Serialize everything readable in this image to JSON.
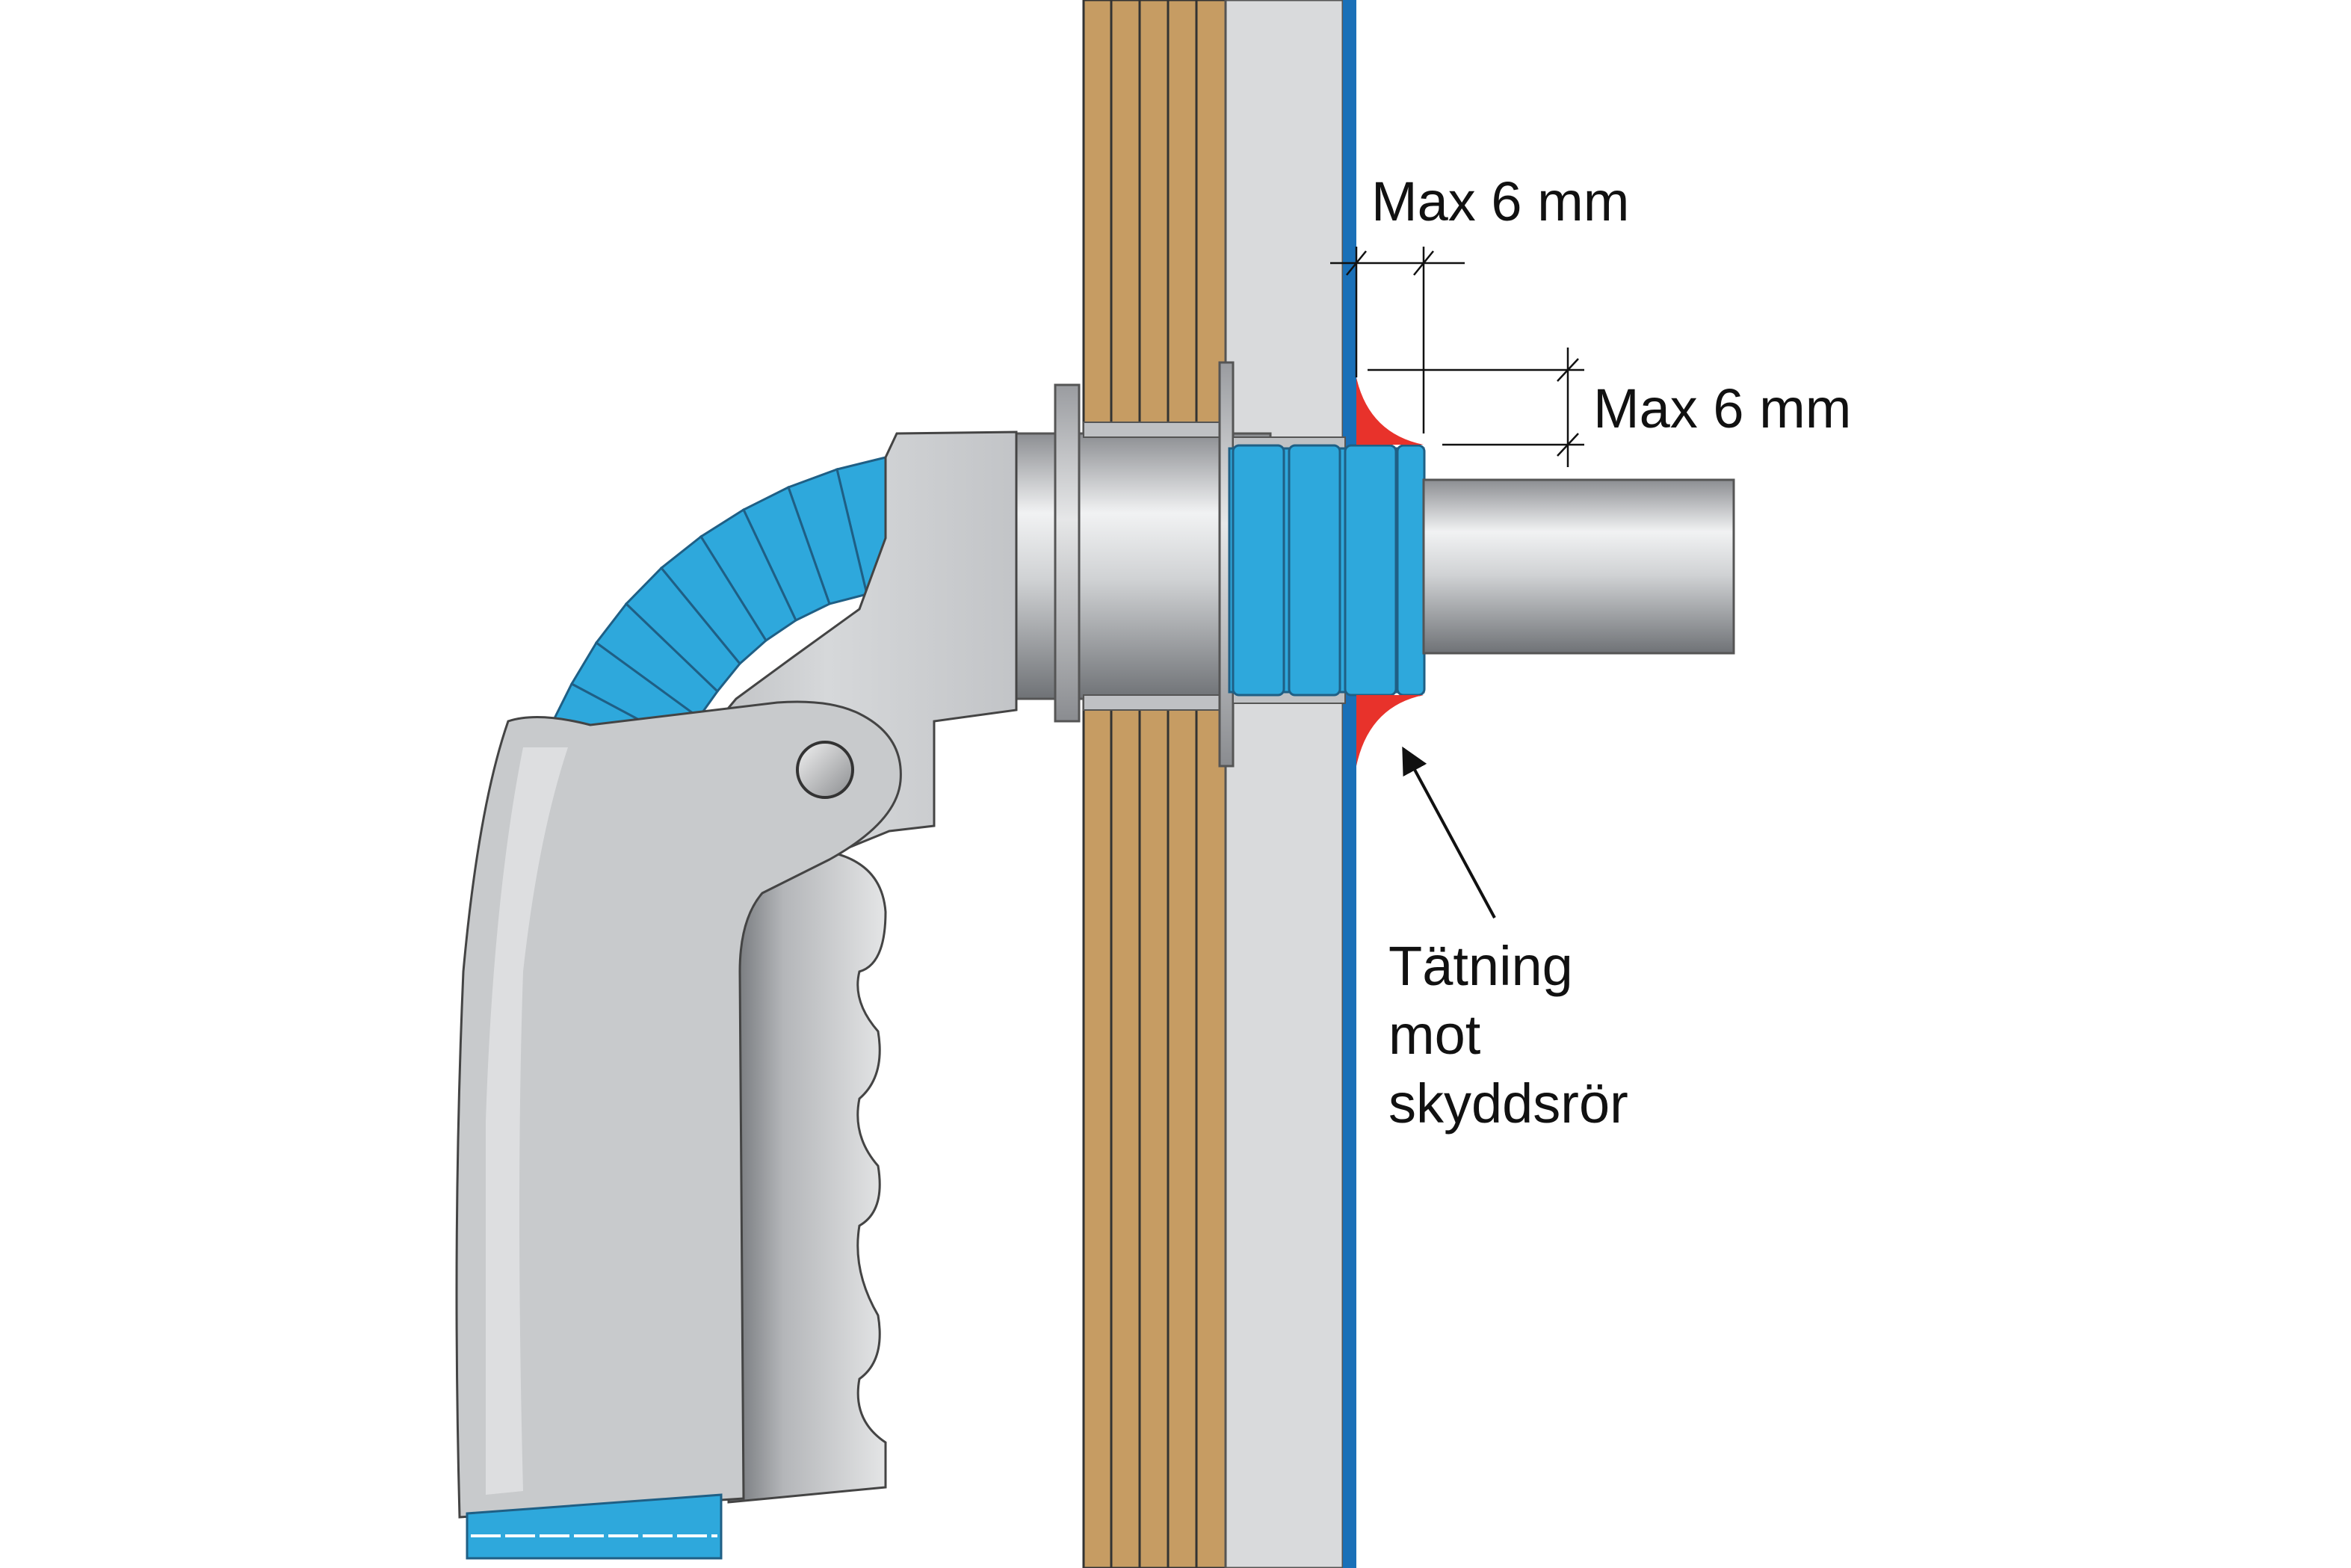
{
  "labels": {
    "dimension_horizontal": "Max 6 mm",
    "dimension_vertical": "Max 6 mm",
    "seal_line_1": "Tätning",
    "seal_line_2": "mot",
    "seal_line_3": "skyddsrör"
  },
  "colors": {
    "seal": "#e8322b",
    "pipe_sleeve": "#2ea8dc",
    "membrane": "#1a70b8",
    "wood": "#c69c63",
    "board": "#d9dadc",
    "metal": "#c8cacc"
  }
}
